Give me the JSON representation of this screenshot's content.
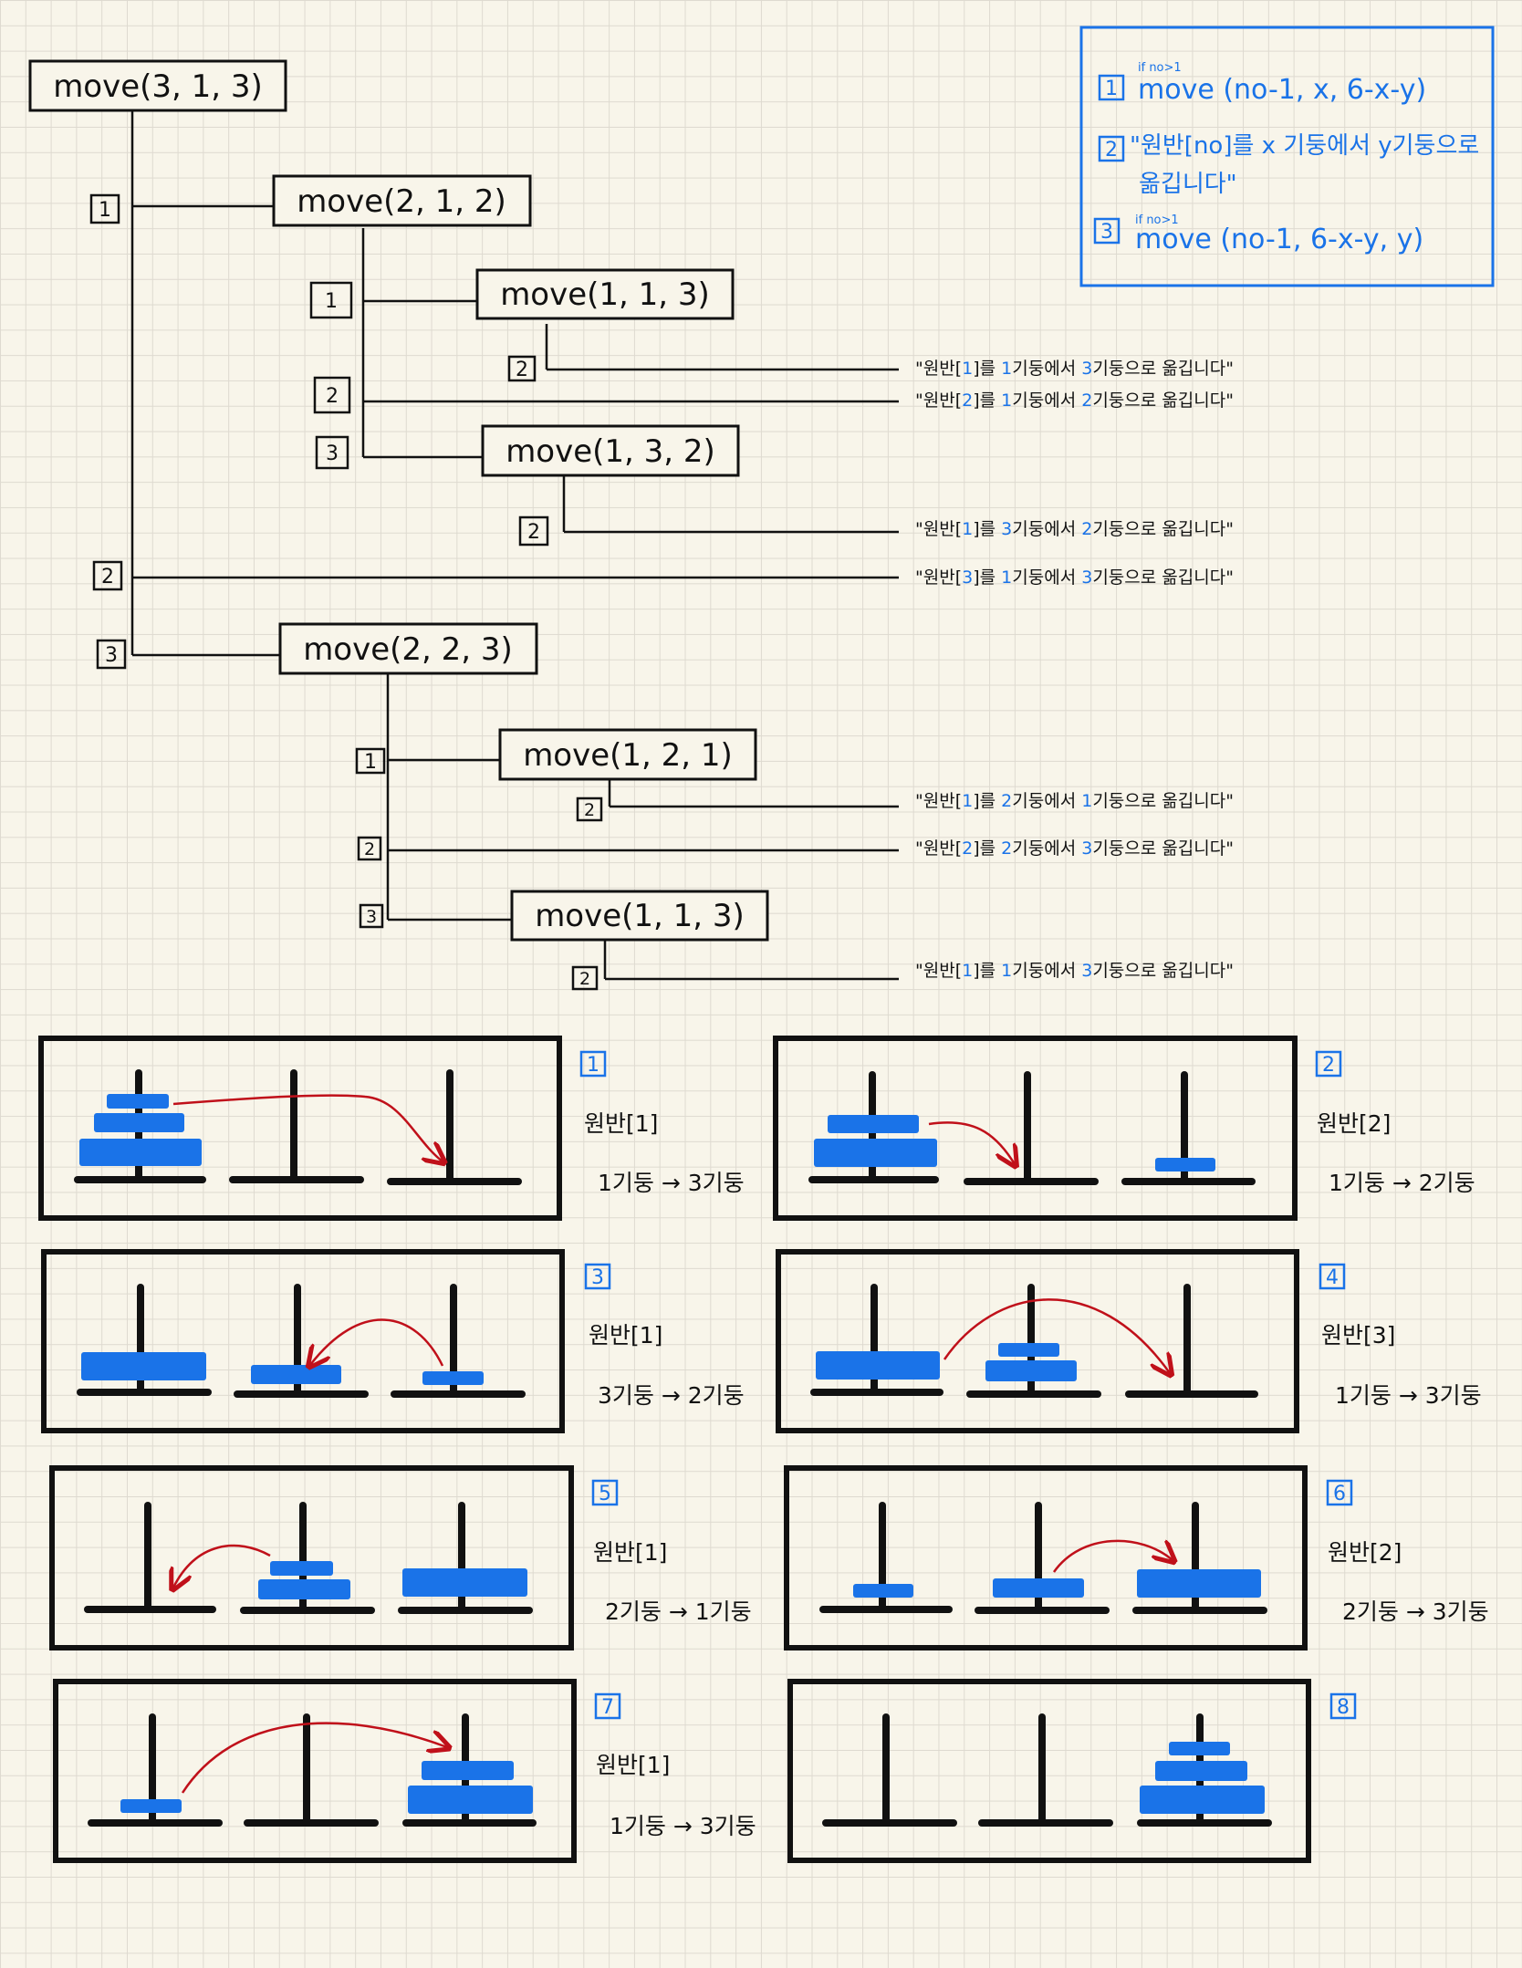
{
  "legend": {
    "items": [
      {
        "num": "1",
        "condition": "if no>1",
        "text": "move (no-1, x, 6-x-y)"
      },
      {
        "num": "2",
        "text_line1": "\"원반[no]를  x 기둥에서  y기둥으로",
        "text_line2": "옮깁니다\""
      },
      {
        "num": "3",
        "condition": "if no>1",
        "text": "move (no-1, 6-x-y, y)"
      }
    ]
  },
  "tree": {
    "calls": [
      {
        "id": "root",
        "label": "move(3, 1, 3)"
      },
      {
        "id": "c1",
        "label": "move(2, 1, 2)"
      },
      {
        "id": "c11",
        "label": "move(1, 1, 3)"
      },
      {
        "id": "c13",
        "label": "move(1, 3, 2)"
      },
      {
        "id": "c3",
        "label": "move(2, 2, 3)"
      },
      {
        "id": "c31",
        "label": "move(1, 2, 1)"
      },
      {
        "id": "c33",
        "label": "move(1, 1, 3)"
      }
    ],
    "messages": [
      {
        "pre": "\"원반[",
        "disk": "1",
        "mid": "]를 ",
        "from": "1",
        "a": "기둥에서 ",
        "to": "3",
        "b": "기둥으로 옮깁니다\""
      },
      {
        "pre": "\"원반[",
        "disk": "2",
        "mid": "]를 ",
        "from": "1",
        "a": "기둥에서 ",
        "to": "2",
        "b": "기둥으로 옮깁니다\""
      },
      {
        "pre": "\"원반[",
        "disk": "1",
        "mid": "]를 ",
        "from": "3",
        "a": "기둥에서 ",
        "to": "2",
        "b": "기둥으로 옮깁니다\""
      },
      {
        "pre": "\"원반[",
        "disk": "3",
        "mid": "]를 ",
        "from": "1",
        "a": "기둥에서 ",
        "to": "3",
        "b": "기둥으로 옮깁니다\""
      },
      {
        "pre": "\"원반[",
        "disk": "1",
        "mid": "]를 ",
        "from": "2",
        "a": "기둥에서 ",
        "to": "1",
        "b": "기둥으로 옮깁니다\""
      },
      {
        "pre": "\"원반[",
        "disk": "2",
        "mid": "]를 ",
        "from": "2",
        "a": "기둥에서 ",
        "to": "3",
        "b": "기둥으로 옮깁니다\""
      },
      {
        "pre": "\"원반[",
        "disk": "1",
        "mid": "]를 ",
        "from": "1",
        "a": "기둥에서 ",
        "to": "3",
        "b": "기둥으로 옮깁니다\""
      }
    ],
    "branch_numbers": [
      "1",
      "1",
      "2",
      "2",
      "3",
      "2",
      "2",
      "3",
      "1",
      "2",
      "2",
      "3",
      "2"
    ]
  },
  "steps": [
    {
      "num": "1",
      "disk_label": "원반[1]",
      "move_label": "1기둥 → 3기둥"
    },
    {
      "num": "2",
      "disk_label": "원반[2]",
      "move_label": "1기둥 → 2기둥"
    },
    {
      "num": "3",
      "disk_label": "원반[1]",
      "move_label": "3기둥 → 2기둥"
    },
    {
      "num": "4",
      "disk_label": "원반[3]",
      "move_label": "1기둥 → 3기둥"
    },
    {
      "num": "5",
      "disk_label": "원반[1]",
      "move_label": "2기둥 → 1기둥"
    },
    {
      "num": "6",
      "disk_label": "원반[2]",
      "move_label": "2기둥 → 3기둥"
    },
    {
      "num": "7",
      "disk_label": "원반[1]",
      "move_label": "1기둥 → 3기둥"
    },
    {
      "num": "8"
    }
  ],
  "colors": {
    "disk": "#1a73e8",
    "arrow": "#c0101a",
    "ink": "#111111",
    "legend": "#1a73e8"
  }
}
